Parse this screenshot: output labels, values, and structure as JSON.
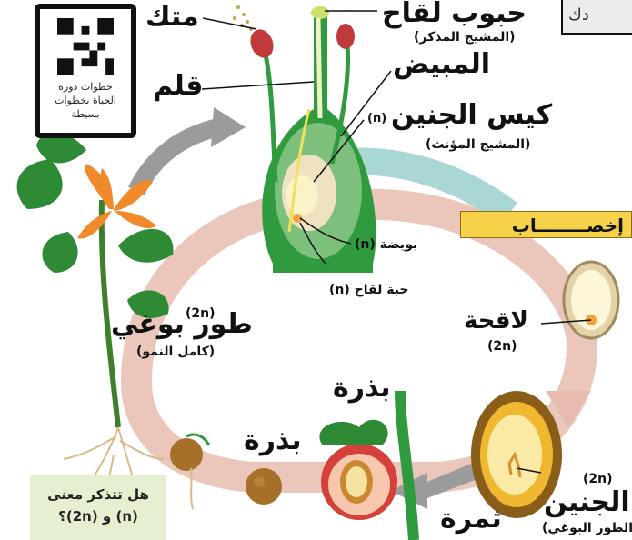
{
  "labels": {
    "anther": "متك",
    "pollen_grains": "حبوب لقاح",
    "pollen_grains_sub": "(المشيج المذكر)",
    "style": "قلم",
    "ovary": "المبيض",
    "embryo_sac": "كيس الجنين",
    "embryo_sac_ploidy": "(n)",
    "embryo_sac_sub": "(المشيج المؤنث)",
    "fertilization": "إخصــــــــاب",
    "egg": "بويضة (n)",
    "pollen_grain": "حبة لقاح (n)",
    "zygote": "لاقحة",
    "zygote_ploidy": "(2n)",
    "sporophyte": "طور بوغي",
    "sporophyte_ploidy": "(2n)",
    "sporophyte_sub": "(كامل النمو)",
    "seed_top": "بذرة",
    "seed_bottom": "بذرة",
    "fruit": "ثمرة",
    "embryo": "الجنين",
    "embryo_ploidy": "(2n)",
    "embryo_sub": "(الطور البوغي)"
  },
  "qr_card": {
    "caption_line1": "خطوات دورة",
    "caption_line2": "الحياة بخطوات",
    "caption_line3": "بسيطة"
  },
  "corner": {
    "text": "دك"
  },
  "question": {
    "line1": "هل تتذكر معنى",
    "line2": "(n) و (2n)؟"
  },
  "colors": {
    "cycle_arrow": "#e7bcae",
    "fert_arrow": "#a9d7d6",
    "flower_orange": "#f08a2a",
    "leaf_green": "#2f8a35",
    "pistil_green": "#2f9a3e",
    "fert_bar": "#f5d24a",
    "question_box": "#e6efcf"
  }
}
